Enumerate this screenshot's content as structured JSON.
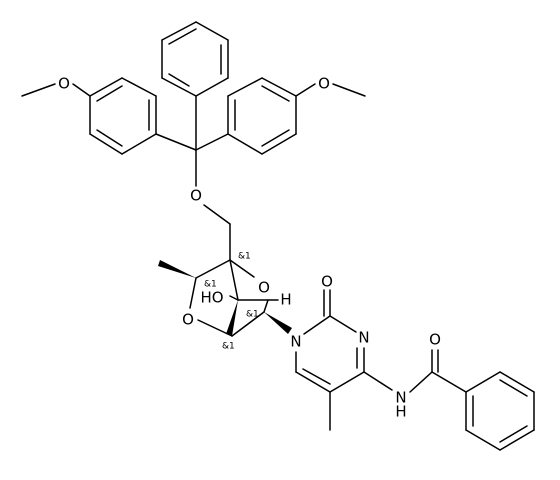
{
  "molecule": {
    "atom_labels": {
      "o_ether_top": "O",
      "o_methoxy_left": "O",
      "o_methoxy_right": "O",
      "o_ring_bridge": "O",
      "o_ring_left": "O",
      "o_hydroxy": "HO",
      "h_bridge": "H",
      "n1": "N",
      "n3": "N",
      "o_carbonyl": "O",
      "nh_amide": "N",
      "nh_h": "H",
      "o_amide": "O"
    },
    "stereo_labels": {
      "c1": "&1",
      "c2": "&1",
      "c3": "&1",
      "c4": "&1"
    }
  }
}
